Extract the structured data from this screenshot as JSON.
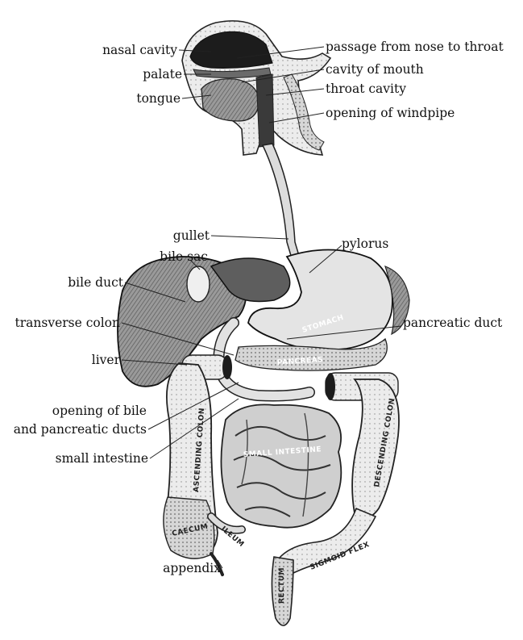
{
  "figure": {
    "labels_left": {
      "nasal_cavity": "nasal cavity",
      "palate": "palate",
      "tongue": "tongue",
      "gullet": "gullet",
      "bile_sac": "bile sac",
      "bile_duct": "bile duct",
      "transverse_colon": "transverse colon",
      "liver": "liver",
      "opening_line1": "opening of bile",
      "opening_line2": "and pancreatic ducts",
      "small_intestine": "small intestine",
      "appendix": "appendix"
    },
    "labels_right": {
      "passage": "passage from nose to throat",
      "cavity_mouth": "cavity of mouth",
      "throat_cavity": "throat cavity",
      "opening_windpipe": "opening of windpipe",
      "pylorus": "pylorus",
      "pancreatic_duct": "pancreatic duct"
    },
    "organ_text": {
      "stomach": "STOMACH",
      "pancreas": "PANCREAS",
      "ascending_colon": "ASCENDING COLON",
      "descending_colon": "DESCENDING COLON",
      "small_intestine": "SMALL INTESTINE",
      "caecum": "CAECUM",
      "ileum": "ILEUM",
      "sigmoid": "SIGMOID FLEX",
      "rectum": "RECTUM"
    }
  }
}
